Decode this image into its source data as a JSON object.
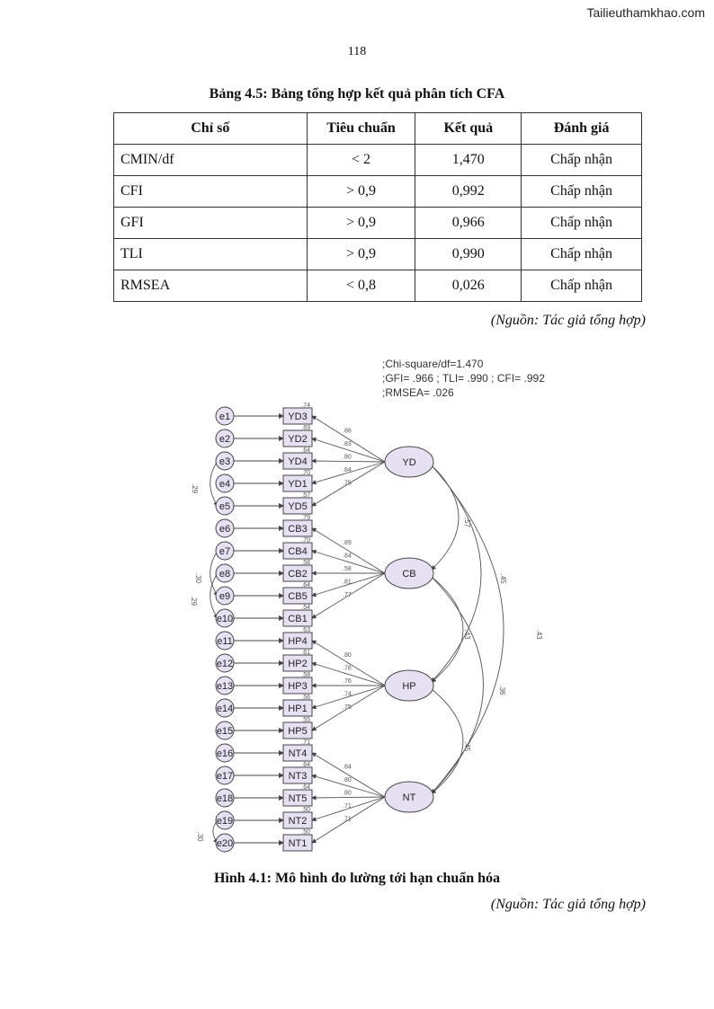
{
  "watermark": "Tailieuthamkhao.com",
  "page_number": "118",
  "table": {
    "title": "Bảng 4.5: Bảng tổng hợp kết quả phân tích CFA",
    "headers": [
      "Chỉ số",
      "Tiêu chuẩn",
      "Kết quả",
      "Đánh giá"
    ],
    "rows": [
      [
        "CMIN/df",
        "< 2",
        "1,470",
        "Chấp nhận"
      ],
      [
        "CFI",
        "> 0,9",
        "0,992",
        "Chấp nhận"
      ],
      [
        "GFI",
        "> 0,9",
        "0,966",
        "Chấp nhận"
      ],
      [
        "TLI",
        "> 0,9",
        "0,990",
        "Chấp nhận"
      ],
      [
        "RMSEA",
        "< 0,8",
        "0,026",
        "Chấp nhận"
      ]
    ],
    "source": "(Nguồn: Tác giả tổng hợp)"
  },
  "figure": {
    "fit_stats": [
      ";Chi-square/df=1.470",
      ";GFI= .966 ; TLI= .990 ; CFI= .992",
      ";RMSEA= .026"
    ],
    "errors": [
      "e1",
      "e2",
      "e3",
      "e4",
      "e5",
      "e6",
      "e7",
      "e8",
      "e9",
      "e10",
      "e11",
      "e12",
      "e13",
      "e14",
      "e15",
      "e16",
      "e17",
      "e18",
      "e19",
      "e20"
    ],
    "indicators": [
      "YD3",
      "YD2",
      "YD4",
      "YD1",
      "YD5",
      "CB3",
      "CB4",
      "CB2",
      "CB5",
      "CB1",
      "HP4",
      "HP2",
      "HP3",
      "HP1",
      "HP5",
      "NT4",
      "NT3",
      "NT5",
      "NT2",
      "NT1"
    ],
    "r2": [
      ".74",
      ".69",
      ".64",
      ".70",
      ".57",
      ".79",
      ".70",
      ".58",
      ".64",
      ".54",
      ".63",
      ".61",
      ".58",
      ".56",
      ".55",
      ".71",
      ".64",
      ".64",
      ".50",
      ".50"
    ],
    "loadings": [
      ".86",
      ".83",
      ".80",
      ".84",
      ".75",
      ".89",
      ".84",
      ".58",
      ".81",
      ".77",
      ".80",
      ".78",
      ".76",
      ".74",
      ".75",
      ".84",
      ".80",
      ".80",
      ".71",
      ".71"
    ],
    "factors": [
      "YD",
      "CB",
      "HP",
      "NT"
    ],
    "error_covariances": [
      ".29",
      ".30",
      ".29",
      ".30"
    ],
    "factor_correlations": [
      ".57",
      ".45",
      ".43",
      ".43",
      ".36",
      ".45"
    ],
    "caption": "Hình 4.1: Mô hình đo lường tới hạn chuẩn hóa",
    "source": "(Nguồn: Tác giả tổng hợp)"
  }
}
